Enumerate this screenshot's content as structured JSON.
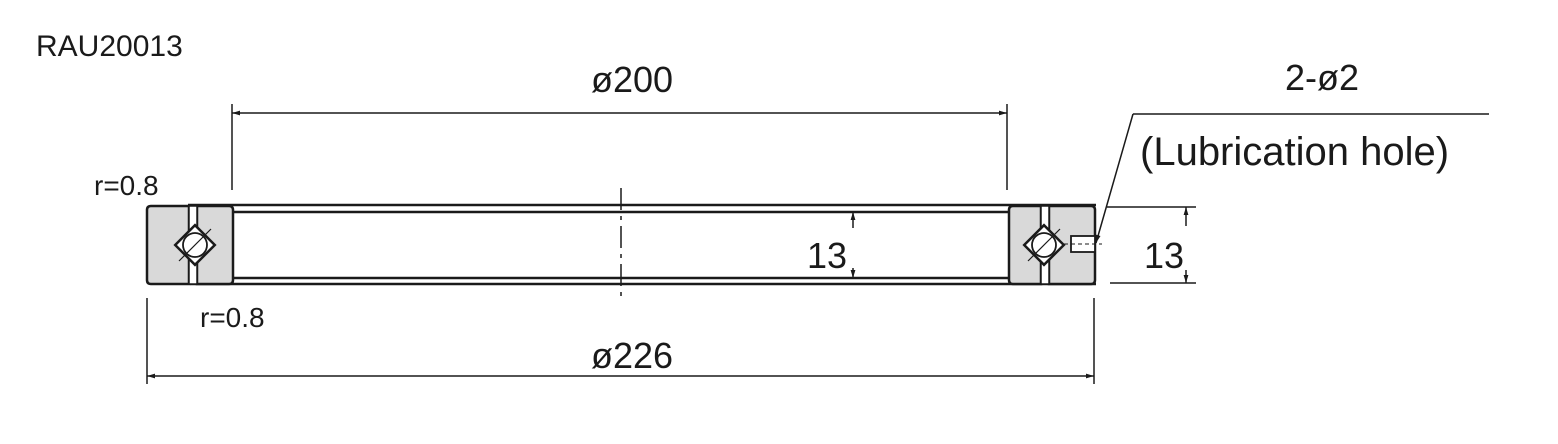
{
  "title": "RAU20013",
  "labels": {
    "inner_diameter": "ø200",
    "outer_diameter": "ø226",
    "width_inner": "13",
    "width_outer": "13",
    "radius_top": "r=0.8",
    "radius_bottom": "r=0.8",
    "hole_count": "2-ø2",
    "hole_name": "(Lubrication hole)"
  },
  "colors": {
    "line": "#1a1a1a",
    "ring_fill": "#d9d9d9",
    "background": "#ffffff"
  }
}
